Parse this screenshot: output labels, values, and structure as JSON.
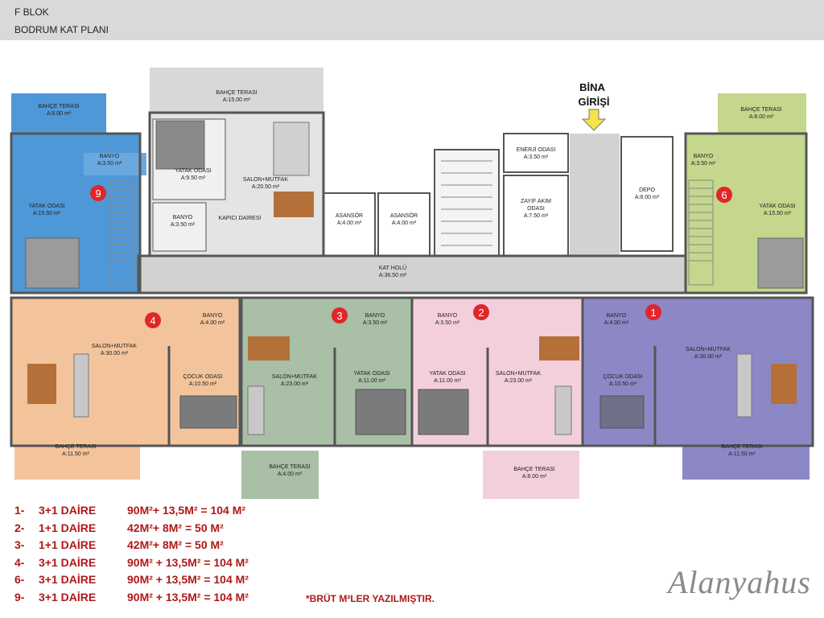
{
  "header": {
    "line1": "F BLOK",
    "line2": "BODRUM KAT PLANI"
  },
  "entrance": {
    "line1": "BİNA",
    "line2": "GİRİŞİ"
  },
  "colors": {
    "unit_blue": "#4f98d8",
    "unit_green_lime": "#c4d78c",
    "unit_orange": "#f3c49b",
    "unit_sage": "#a9bfa6",
    "unit_pink": "#f3cfdc",
    "unit_purple": "#8c88c6",
    "corridor": "#d2d2d2",
    "wall": "#555555",
    "marker": "#e0262a",
    "legend_text": "#b01818"
  },
  "rooms": [
    {
      "name": "BAHÇE TERASI",
      "area": "A:8.00 m²"
    },
    {
      "name": "BANYO",
      "area": "A:3.50 m²"
    },
    {
      "name": "YATAK ODASI",
      "area": "A:15.50 m²"
    },
    {
      "name": "BAHÇE TERASI",
      "area": "A:15.00 m²"
    },
    {
      "name": "YATAK ODASI",
      "area": "A:9.50 m²"
    },
    {
      "name": "SALON+MUTFAK",
      "area": "A:20.50 m²"
    },
    {
      "name": "BANYO",
      "area": "A:3.50 m²"
    },
    {
      "name": "KAPICI DAİRESİ",
      "area": ""
    },
    {
      "name": "ASANSÖR",
      "area": "A:4.00 m²"
    },
    {
      "name": "ASANSÖR",
      "area": "A:4.00 m²"
    },
    {
      "name": "ENERJİ ODASI",
      "area": "A:3.50 m²"
    },
    {
      "name": "ZAYIF AKIM ODASI",
      "area": "A:7.50 m²"
    },
    {
      "name": "DEPO",
      "area": "A:8.00 m²"
    },
    {
      "name": "BAHÇE TERASI",
      "area": "A:8.00 m²"
    },
    {
      "name": "BANYO",
      "area": "A:3.50 m²"
    },
    {
      "name": "YATAK ODASI",
      "area": "A:15.50 m²"
    },
    {
      "name": "KAT HOLÜ",
      "area": "A:36.50 m²"
    },
    {
      "name": "BANYO",
      "area": "A:4.00 m²"
    },
    {
      "name": "SALON+MUTFAK",
      "area": "A:30.00 m²"
    },
    {
      "name": "ÇOCUK ODASI",
      "area": "A:10.50 m²"
    },
    {
      "name": "BAHÇE TERASI",
      "area": "A:11.50 m²"
    },
    {
      "name": "BANYO",
      "area": "A:3.50 m²"
    },
    {
      "name": "SALON+MUTFAK",
      "area": "A:23.00 m²"
    },
    {
      "name": "YATAK ODASI",
      "area": "A:11.00 m²"
    },
    {
      "name": "BAHÇE TERASI",
      "area": "A:4.00 m²"
    },
    {
      "name": "BANYO",
      "area": "A:3.50 m²"
    },
    {
      "name": "YATAK ODASI",
      "area": "A:11.00 m²"
    },
    {
      "name": "SALON+MUTFAK",
      "area": "A:23.00 m²"
    },
    {
      "name": "BAHÇE TERASI",
      "area": "A:8.00 m²"
    },
    {
      "name": "BANYO",
      "area": "A:4.00 m²"
    },
    {
      "name": "ÇOCUK ODASI",
      "area": "A:10.50 m²"
    },
    {
      "name": "SALON+MUTFAK",
      "area": "A:30.00 m²"
    },
    {
      "name": "BAHÇE TERASI",
      "area": "A:11.50 m²"
    }
  ],
  "unit_markers": [
    "9",
    "6",
    "4",
    "3",
    "2",
    "1"
  ],
  "legend": [
    {
      "no": "1-",
      "type": "3+1 DAİRE",
      "area": "90M²+ 13,5M² = 104 M²"
    },
    {
      "no": "2-",
      "type": "1+1 DAİRE",
      "area": "42M²+ 8M² = 50 M²"
    },
    {
      "no": "3-",
      "type": "1+1 DAİRE",
      "area": "42M²+ 8M² = 50 M²"
    },
    {
      "no": "4-",
      "type": "3+1 DAİRE",
      "area": "90M² + 13,5M² = 104 M²"
    },
    {
      "no": "6-",
      "type": "3+1 DAİRE",
      "area": "90M² + 13,5M² = 104 M²"
    },
    {
      "no": "9-",
      "type": "3+1 DAİRE",
      "area": "90M² + 13,5M² = 104 M²"
    }
  ],
  "note": "*BRÜT M²LER YAZILMIŞTIR.",
  "logo": {
    "text": "Alanyahus"
  }
}
